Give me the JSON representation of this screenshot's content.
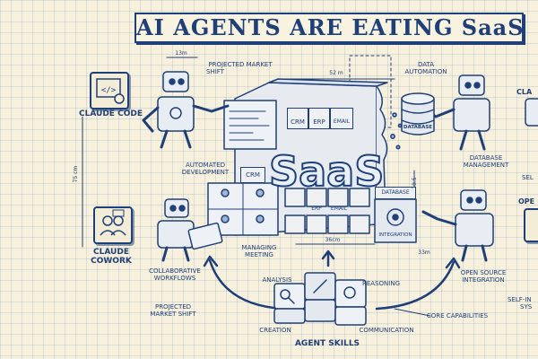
{
  "title": "AI AGENTS ARE EATING SaaS",
  "center_label": "SaaS",
  "labels": {
    "claude_code": "CLAUDE CODE",
    "claude_cowork_1": "CLAUDE",
    "claude_cowork_2": "COWORK",
    "projected_top_1": "PROJECTED MARKET",
    "projected_top_2": "SHIFT",
    "automated_dev_1": "AUTOMATED",
    "automated_dev_2": "DEVELOPMENT",
    "collab_1": "COLLABORATIVE",
    "collab_2": "WORKFLOWS",
    "managing_1": "MANAGING",
    "managing_2": "MEETING",
    "projected_bottom_1": "PROJECTED",
    "projected_bottom_2": "MARKET SHIFT",
    "data_automation_1": "DATA",
    "data_automation_2": "AUTOMATION",
    "database_mgmt_1": "DATABASE",
    "database_mgmt_2": "MANAGEMENT",
    "open_source_1": "OPEN SOURCE",
    "open_source_2": "INTEGRATION",
    "self_improve_1": "SELF-IN",
    "self_improve_2": "SYS",
    "claude_right": "CLA",
    "ope_right": "OPE",
    "sel_right": "SEL",
    "core_capabilities": "CORE CAPABILITIES",
    "agent_skills": "AGENT SKILLS",
    "analysis": "ANALYSIS",
    "reasoning": "REASONING",
    "creation": "CREATION",
    "communication": "COMMUNICATION"
  },
  "dimensions": {
    "d13": "13m",
    "d52": "52 m",
    "d75": "75 cm",
    "d18": "18.5",
    "d36": "36cm",
    "d33": "33m"
  },
  "bricks": {
    "crm_a": "CRM",
    "erp_a": "ERP",
    "email_a": "EMAIL",
    "crm_b": "CRM",
    "erp_b": "ERP",
    "email_b": "EMAIL",
    "database": "DATABASE",
    "integration": "INTEGRATION",
    "db_cylinder": "DATABASE"
  },
  "colors": {
    "ink": "#1f3f78",
    "paper": "#f6f0dd",
    "brick_fill": "#eef0f2",
    "accent_light": "#9fb6d6"
  }
}
